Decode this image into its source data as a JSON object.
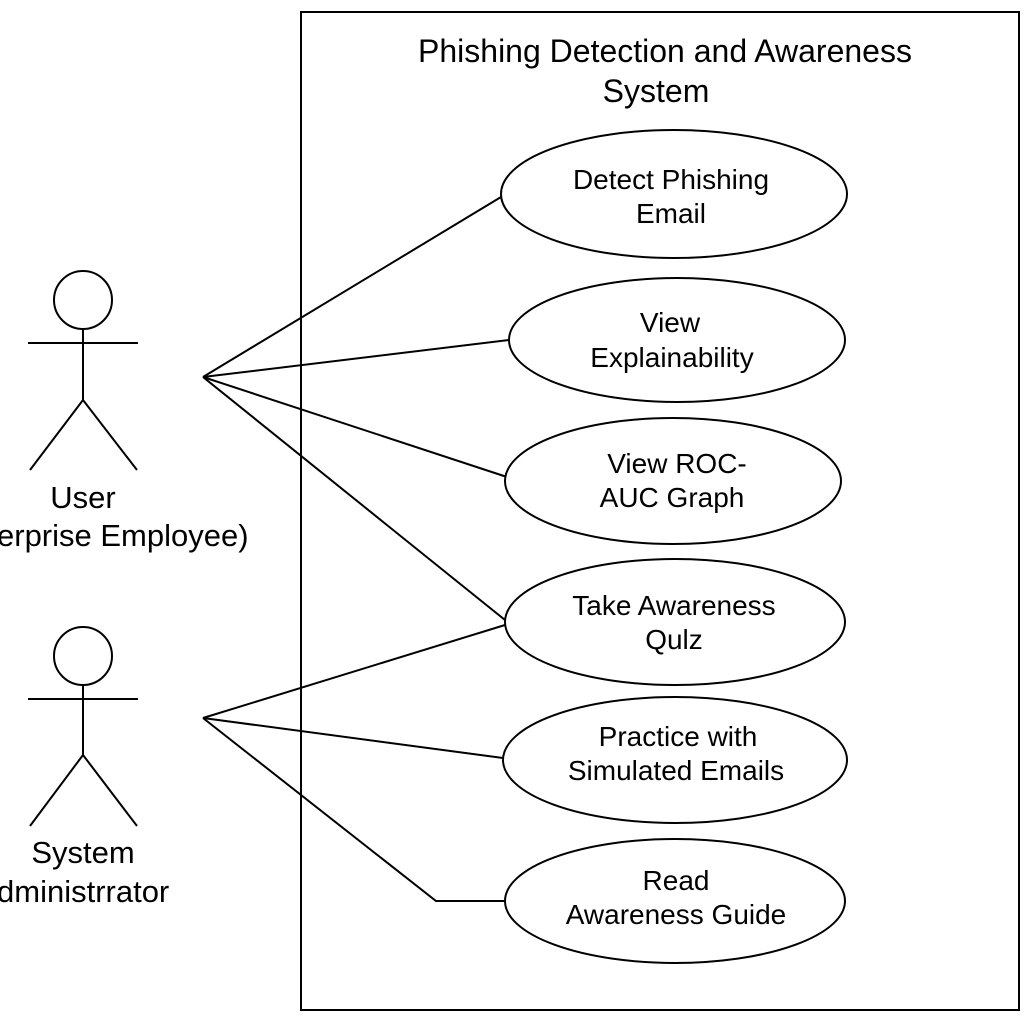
{
  "system": {
    "title_line1": "Phishing Detection and Awareness",
    "title_line2": "System"
  },
  "actors": {
    "user": {
      "name": "User",
      "role": "erprise Employee)"
    },
    "admin": {
      "name_line1": "System",
      "name_line2": "dministrrator"
    }
  },
  "use_cases": [
    {
      "line1": "Detect Phishing",
      "line2": "Email"
    },
    {
      "line1": "View",
      "line2": "Explainability"
    },
    {
      "line1": "View ROC-",
      "line2": "AUC Graph"
    },
    {
      "line1": "Take Awareness",
      "line2": "Qulz"
    },
    {
      "line1": "Practice with",
      "line2": "Simulated Emails"
    },
    {
      "line1": "Read",
      "line2": "Awareness Guide"
    }
  ]
}
